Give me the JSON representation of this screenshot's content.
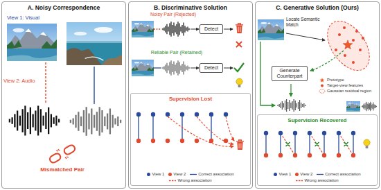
{
  "diagram": {
    "nodes": [
      {
        "text": [
          "A. Noisy Correspondence"
        ]
      },
      {
        "text": [
          "B. Discriminative Solution"
        ]
      },
      {
        "text": [
          "Detect"
        ],
        "in": 1
      },
      {
        "text": [
          "Detect"
        ],
        "in": 1
      },
      {
        "text": [
          "Supervision Lost"
        ],
        "in": 1
      },
      {
        "text": [
          "C. Generative Solution (Ours)"
        ]
      },
      {
        "text": [
          "Generate Counterpart"
        ],
        "in": 5
      },
      {
        "text": [
          "Supervision Recovered"
        ],
        "in": 5
      }
    ],
    "labels": [
      "View 1: Visual",
      "View 2: Audio",
      "Mismatched Pair",
      "Noisy Pair (Rejected)",
      "Reliable Pair (Retained)",
      "Locate Semantic Match"
    ],
    "legend": [
      {
        "text": "View 1",
        "color": "#2a4a9c"
      },
      {
        "text": "View 2",
        "color": "#e2482d"
      },
      {
        "text": "Correct association"
      },
      {
        "text": "Wrong association"
      },
      {
        "text": "Prototype"
      },
      {
        "text": "Target-view features"
      },
      {
        "text": "Gaussian residual region"
      },
      {
        "text": "View 1",
        "color": "#2a4a9c"
      },
      {
        "text": "View 2",
        "color": "#e2482d"
      },
      {
        "text": "Correct association"
      },
      {
        "text": "Wrong association"
      }
    ]
  }
}
